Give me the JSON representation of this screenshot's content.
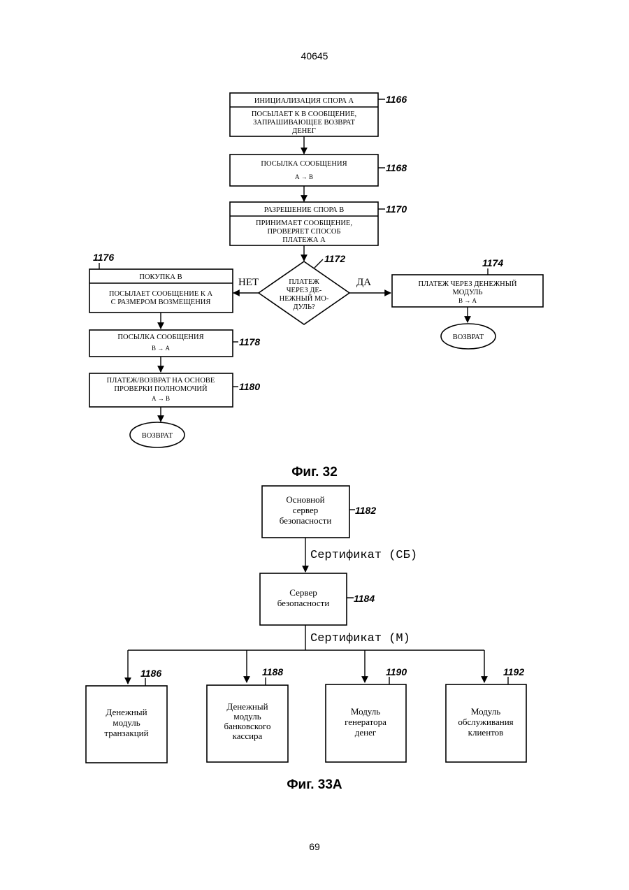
{
  "header": {
    "doc_number": "40645",
    "page_number": "69"
  },
  "fig32": {
    "caption": "Фиг. 32",
    "n1166": {
      "ref": "1166",
      "title": "ИНИЦИАЛИЗАЦИЯ СПОРА А",
      "lines": [
        "ПОСЫЛАЕТ К В СООБЩЕНИЕ,",
        "ЗАПРАШИВАЮЩЕЕ ВОЗВРАТ",
        "ДЕНЕГ"
      ]
    },
    "n1168": {
      "ref": "1168",
      "title": "ПОСЫЛКА СООБЩЕНИЯ",
      "sub": "А → В"
    },
    "n1170": {
      "ref": "1170",
      "title": "РАЗРЕШЕНИЕ СПОРА В",
      "lines": [
        "ПРИНИМАЕТ СООБЩЕНИЕ,",
        "ПРОВЕРЯЕТ СПОСОБ",
        "ПЛАТЕЖА А"
      ]
    },
    "n1172": {
      "ref": "1172",
      "lines": [
        "ПЛАТЕЖ",
        "ЧЕРЕЗ ДЕ-",
        "НЕЖНЫЙ МО-",
        "ДУЛЬ?"
      ],
      "no_label": "НЕТ",
      "yes_label": "ДА"
    },
    "n1174": {
      "ref": "1174",
      "lines": [
        "ПЛАТЕЖ ЧЕРЕЗ ДЕНЕЖНЫЙ",
        "МОДУЛЬ"
      ],
      "sub": "В → А",
      "return_label": "ВОЗВРАТ"
    },
    "n1176": {
      "ref": "1176",
      "title": "ПОКУПКА В",
      "lines": [
        "ПОСЫЛАЕТ СООБЩЕНИЕ К А",
        "С РАЗМЕРОМ ВОЗМЕЩЕНИЯ"
      ]
    },
    "n1178": {
      "ref": "1178",
      "title": "ПОСЫЛКА СООБЩЕНИЯ",
      "sub": "В → А"
    },
    "n1180": {
      "ref": "1180",
      "lines": [
        "ПЛАТЕЖ/ВОЗВРАТ НА ОСНОВЕ",
        "ПРОВЕРКИ ПОЛНОМОЧИЙ"
      ],
      "sub": "А → В",
      "return_label": "ВОЗВРАТ"
    }
  },
  "fig33a": {
    "caption": "Фиг. 33А",
    "n1182": {
      "ref": "1182",
      "lines": [
        "Основной",
        "сервер",
        "безопасности"
      ]
    },
    "edge1_label": "Сертификат (СБ)",
    "n1184": {
      "ref": "1184",
      "lines": [
        "Сервер",
        "безопасности"
      ]
    },
    "edge2_label": "Сертификат (М)",
    "n1186": {
      "ref": "1186",
      "lines": [
        "Денежный",
        "модуль",
        "транзакций"
      ]
    },
    "n1188": {
      "ref": "1188",
      "lines": [
        "Денежный",
        "модуль",
        "банковского",
        "кассира"
      ]
    },
    "n1190": {
      "ref": "1190",
      "lines": [
        "Модуль",
        "генератора",
        "денег"
      ]
    },
    "n1192": {
      "ref": "1192",
      "lines": [
        "Модуль",
        "обслуживания",
        "клиентов"
      ]
    }
  }
}
